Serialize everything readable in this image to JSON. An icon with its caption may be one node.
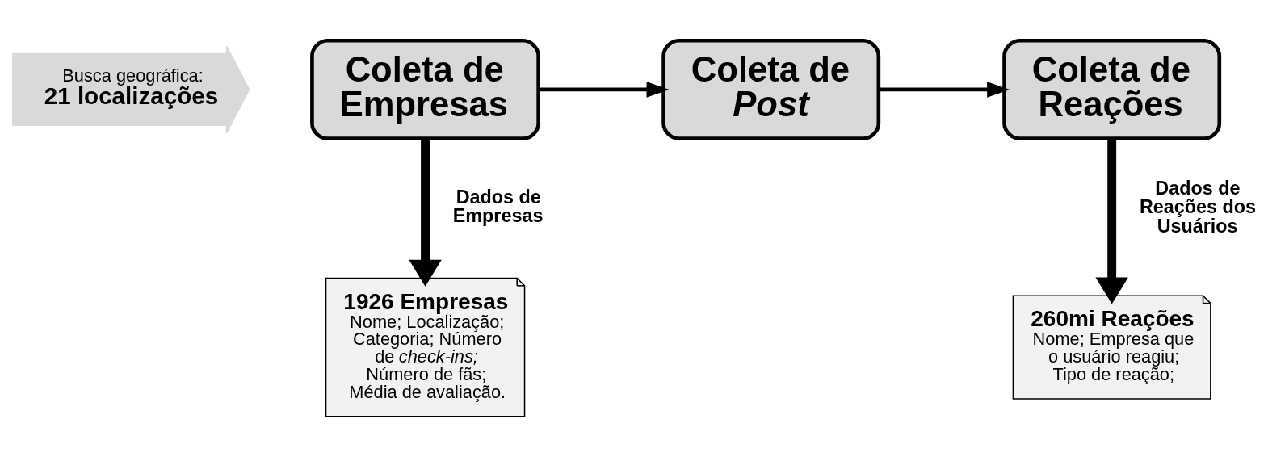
{
  "diagram": {
    "nodes": [
      {
        "text": [
          "Busca geográfica:",
          "21 localizações"
        ]
      },
      {
        "text": [
          "Coleta de Empresas"
        ]
      },
      {
        "text": [
          "Coleta de *Post*"
        ]
      },
      {
        "text": [
          "Coleta de Reações"
        ]
      },
      {
        "text": [
          "1926 Empresas",
          "Nome; Localização; Categoria; Número de *check-ins;* Número de fãs; Média de avaliação."
        ]
      },
      {
        "text": [
          "260mi Reações",
          "Nome; Empresa que o usuário reagiu; Tipo de reação;"
        ]
      }
    ],
    "edges": [
      {
        "from": 1,
        "to": 2,
        "arrow": "to"
      },
      {
        "from": 2,
        "to": 3,
        "arrow": "to"
      },
      {
        "from": 1,
        "to": 4,
        "arrow": "to",
        "label": "Dados de Empresas",
        "style": "thick"
      },
      {
        "from": 3,
        "to": 5,
        "arrow": "to",
        "label": "Dados de Reações dos Usuários",
        "style": "thick"
      }
    ]
  }
}
